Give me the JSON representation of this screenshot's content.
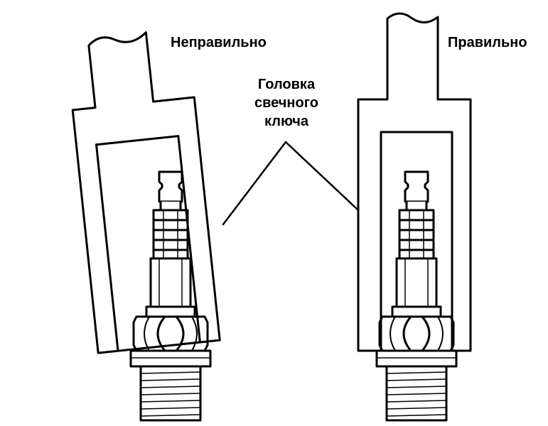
{
  "labels": {
    "wrong": "Неправильно",
    "right": "Правильно",
    "callout_line1": "Головка",
    "callout_line2": "свечного",
    "callout_line3": "ключа"
  },
  "colors": {
    "stroke": "#000000",
    "background": "#ffffff"
  }
}
